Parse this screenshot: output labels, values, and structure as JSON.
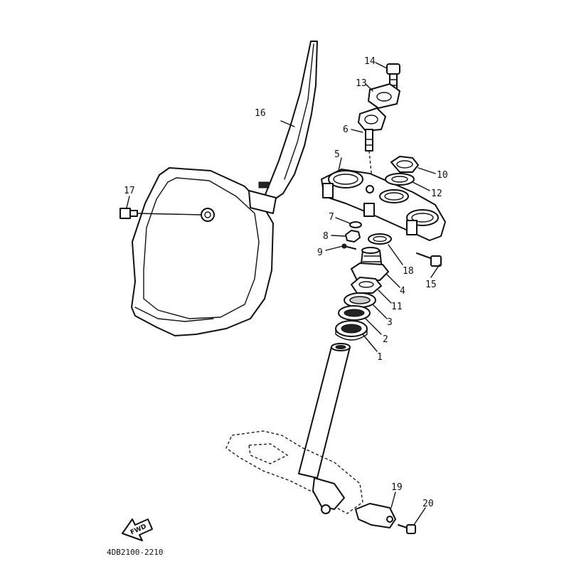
{
  "callouts": {
    "c1": "1",
    "c2": "2",
    "c3": "3",
    "c4": "4",
    "c5": "5",
    "c6": "6",
    "c7": "7",
    "c8": "8",
    "c9": "9",
    "c10": "10",
    "c11": "11",
    "c12": "12",
    "c13": "13",
    "c14": "14",
    "c15": "15",
    "c16": "16",
    "c17": "17",
    "c18": "18",
    "c19": "19",
    "c20": "20"
  },
  "fwd_label": "FWD",
  "diagram_code": "4DB2100-2210"
}
